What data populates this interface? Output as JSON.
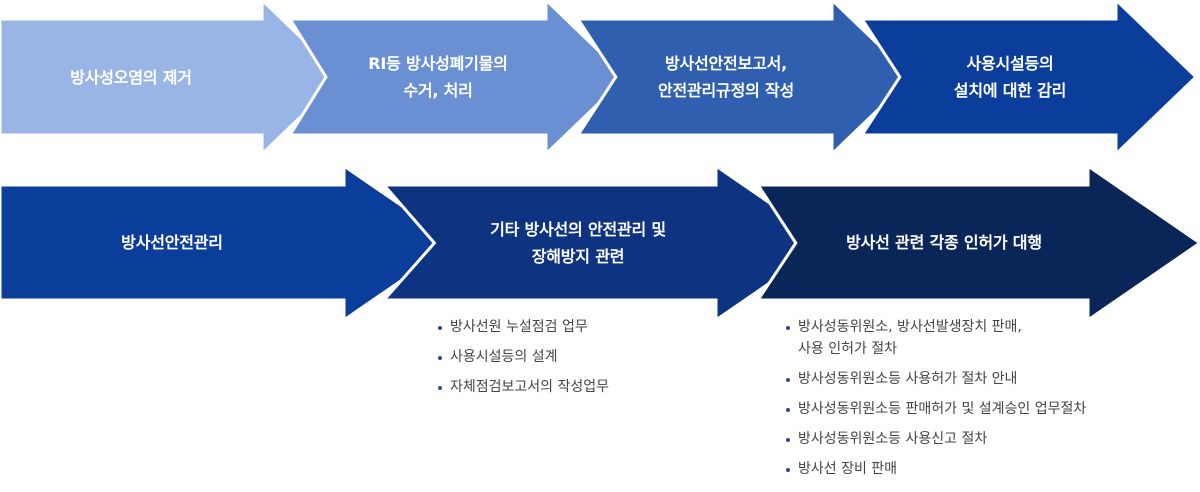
{
  "row1": {
    "steps": [
      {
        "text": "방사성오염의 제거",
        "color": "#99b5e5"
      },
      {
        "text": "RI등 방사성폐기물의\n수거, 처리",
        "color": "#6a8fd3"
      },
      {
        "text": "방사선안전보고서,\n안전관리규정의 작성",
        "color": "#2f5fae"
      },
      {
        "text": "사용시설등의\n설치에 대한 감리",
        "color": "#0b3e9a"
      }
    ]
  },
  "row2": {
    "steps": [
      {
        "text": "방사선안전관리",
        "color": "#0b3e9a"
      },
      {
        "text": "기타 방사선의 안전관리 및\n장해방지 관련",
        "color": "#0d3381"
      },
      {
        "text": "방사선 관련 각종 인허가 대행",
        "color": "#0a2558"
      }
    ]
  },
  "lists": {
    "middle": [
      "방사선원 누설점검 업무",
      "사용시설등의 설계",
      "자체점검보고서의 작성업무"
    ],
    "right": [
      "방사성동위원소, 방사선발생장치 판매,\n사용 인허가 절차",
      "방사성동위원소등 사용허가 절차 안내",
      "방사성동위원소등 판매허가 및 설계승인 업무절차",
      "방사성동위원소등 사용신고 절차",
      "방사선 장비 판매"
    ]
  }
}
